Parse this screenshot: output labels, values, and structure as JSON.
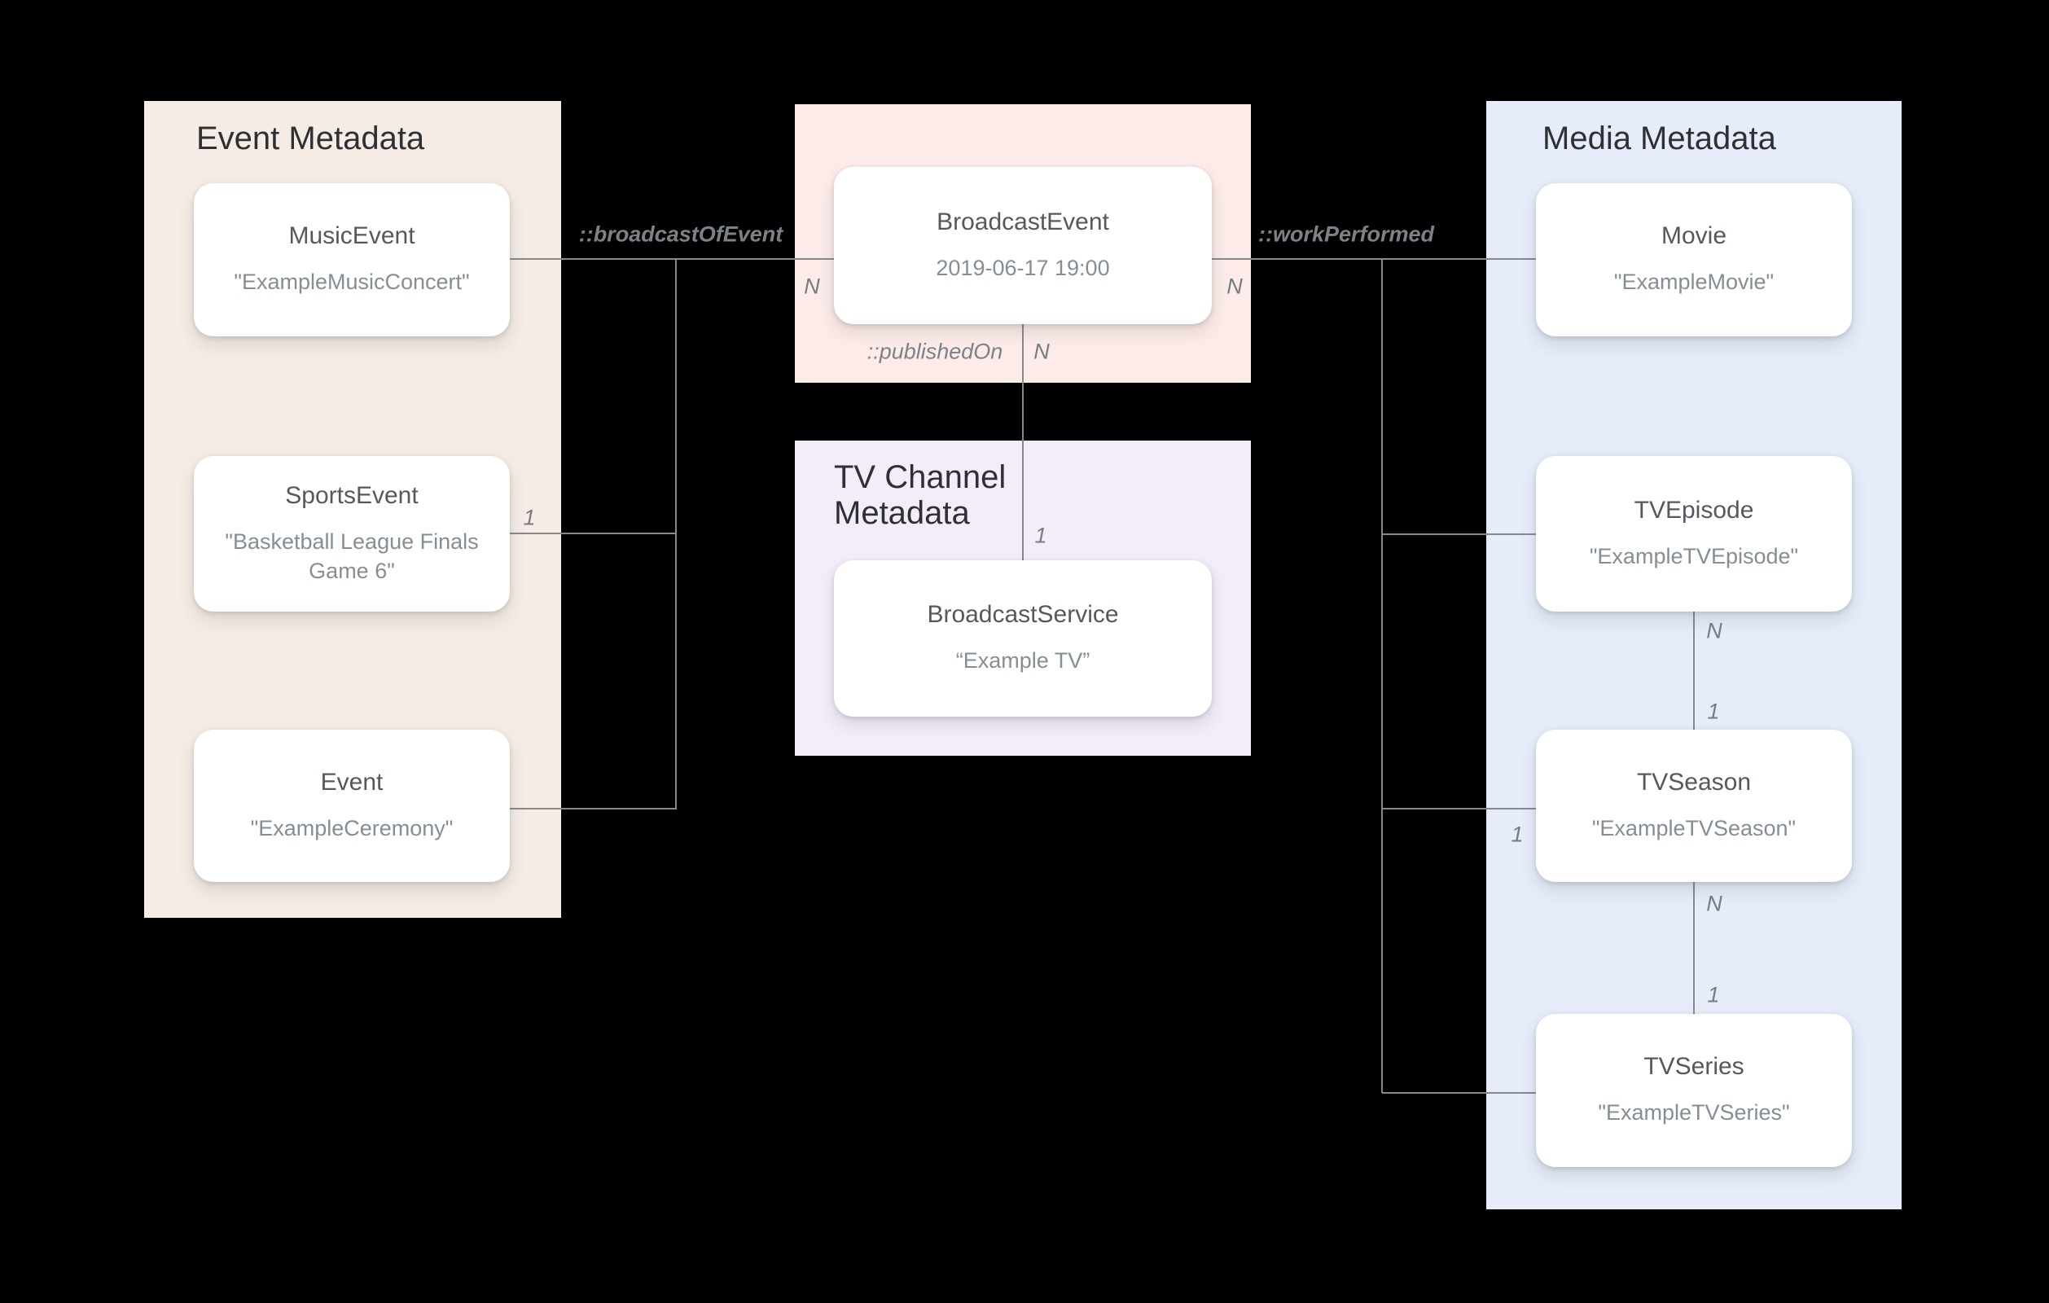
{
  "panels": {
    "event": {
      "title": "Event Metadata",
      "color": "#f5ece5"
    },
    "broadcast": {
      "title": "",
      "color": "#fcebe9"
    },
    "tv_channel": {
      "title": "TV Channel Metadata",
      "color": "#f4edf9"
    },
    "media": {
      "title": "Media Metadata",
      "color": "#e6ecfa"
    }
  },
  "nodes": {
    "music_event": {
      "title": "MusicEvent",
      "subtitle": "\"ExampleMusicConcert\""
    },
    "sports_event": {
      "title": "SportsEvent",
      "subtitle": "\"Basketball League Finals Game 6\""
    },
    "event": {
      "title": "Event",
      "subtitle": "\"ExampleCeremony\""
    },
    "broadcast_event": {
      "title": "BroadcastEvent",
      "subtitle": "2019-06-17 19:00"
    },
    "broadcast_service": {
      "title": "BroadcastService",
      "subtitle": "“Example TV”"
    },
    "movie": {
      "title": "Movie",
      "subtitle": "\"ExampleMovie\""
    },
    "tv_episode": {
      "title": "TVEpisode",
      "subtitle": "\"ExampleTVEpisode\""
    },
    "tv_season": {
      "title": "TVSeason",
      "subtitle": "\"ExampleTVSeason\""
    },
    "tv_series": {
      "title": "TVSeries",
      "subtitle": "\"ExampleTVSeries\""
    }
  },
  "edges": {
    "broadcast_of_event": {
      "label": "::broadcastOfEvent"
    },
    "work_performed": {
      "label": "::workPerformed"
    },
    "published_on": {
      "label": "::publishedOn"
    }
  },
  "cardinalities": {
    "broadcast_left_n": "N",
    "broadcast_right_n": "N",
    "sports_event_1": "1",
    "published_on_n": "N",
    "broadcast_service_1": "1",
    "tv_season_left_1": "1",
    "episode_season_n": "N",
    "episode_season_1": "1",
    "season_series_n": "N",
    "season_series_1": "1"
  },
  "colors": {
    "background": "#000000",
    "line": "#88898b",
    "panel_title": "#2e3033",
    "node_title": "#54595f",
    "node_subtitle": "#868e95",
    "edge_label": "#7b8288",
    "cardinality": "#767c82",
    "node_bg": "#ffffff"
  }
}
